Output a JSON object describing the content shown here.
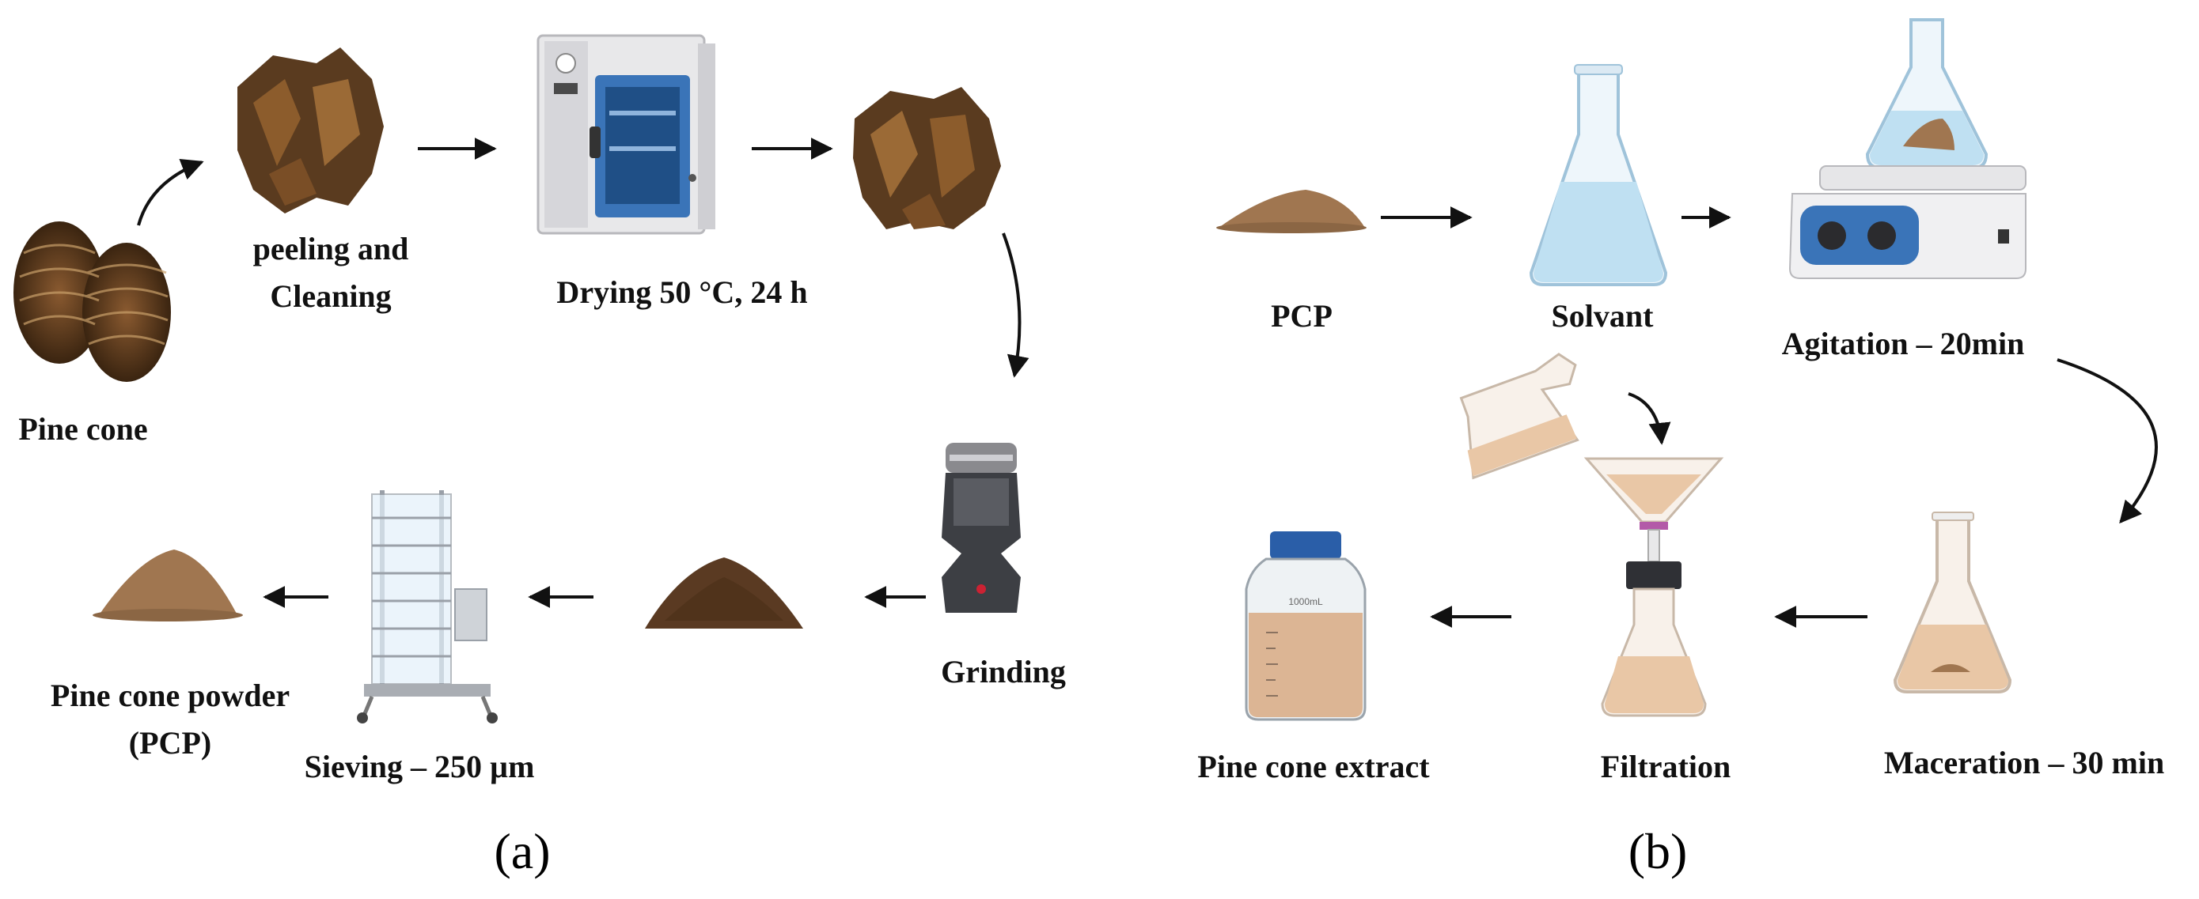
{
  "panel_a": {
    "panel_label": "(a)",
    "labels": {
      "pine_cone": "Pine cone",
      "peeling_line1": "peeling and",
      "peeling_line2": "Cleaning",
      "drying": "Drying 50 °C, 24 h",
      "grinding": "Grinding",
      "sieving": "Sieving – 250 µm",
      "powder_line1": "Pine cone powder",
      "powder_line2": "(PCP)"
    }
  },
  "panel_b": {
    "panel_label": "(b)",
    "labels": {
      "pcp": "PCP",
      "solvant": "Solvant",
      "agitation": "Agitation – 20min",
      "maceration": "Maceration – 30 min",
      "filtration": "Filtration",
      "extract": "Pine cone extract"
    },
    "bottle_text": "1000mL"
  },
  "colors": {
    "cone": "#5a3b1f",
    "powder": "#a07650",
    "ground": "#5a3a22",
    "oven_body": "#e8e8ea",
    "oven_door": "#3a74b8",
    "solvent": "#bfe0f2",
    "extract": "#e9c7a6",
    "arrow": "#111111"
  }
}
